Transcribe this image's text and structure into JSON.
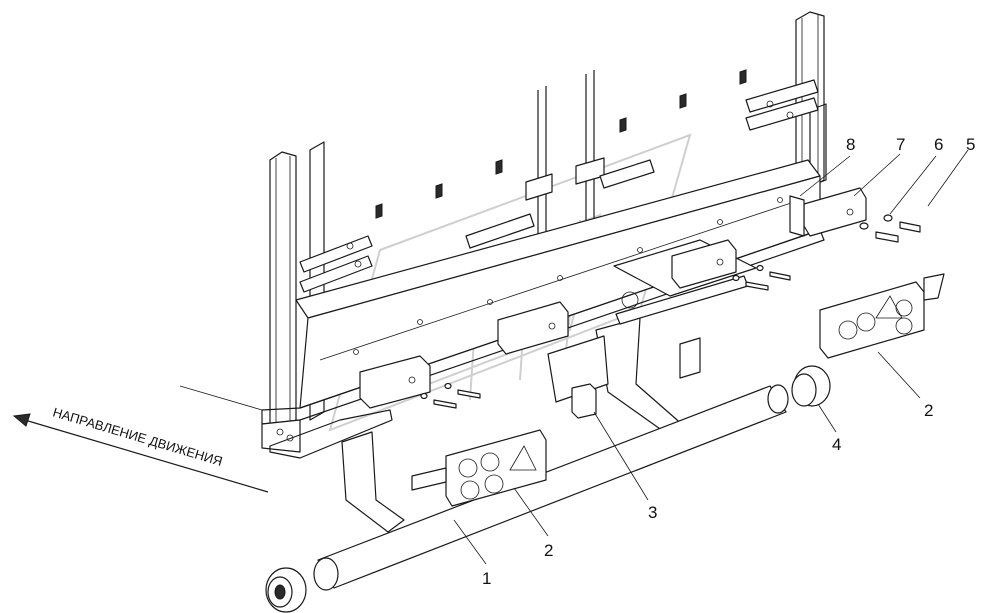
{
  "direction_label": "НАПРАВЛЕНИЕ ДВИЖЕНИЯ",
  "callouts": [
    {
      "id": "c1",
      "label": "1"
    },
    {
      "id": "c2a",
      "label": "2"
    },
    {
      "id": "c2b",
      "label": "2"
    },
    {
      "id": "c3",
      "label": "3"
    },
    {
      "id": "c4",
      "label": "4"
    },
    {
      "id": "c5",
      "label": "5"
    },
    {
      "id": "c6",
      "label": "6"
    },
    {
      "id": "c7",
      "label": "7"
    },
    {
      "id": "c8",
      "label": "8"
    }
  ]
}
